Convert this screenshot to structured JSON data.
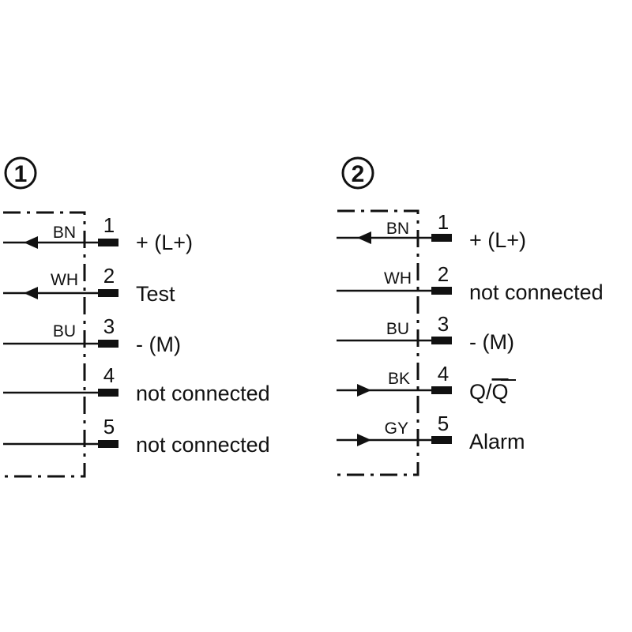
{
  "colors": {
    "line": "#111111",
    "background": "#ffffff"
  },
  "diagrams": [
    {
      "badge": "1",
      "pins": [
        {
          "number": "1",
          "wire_color": "BN",
          "function": "+ (L+)",
          "arrow": "in"
        },
        {
          "number": "2",
          "wire_color": "WH",
          "function": "Test",
          "arrow": "in"
        },
        {
          "number": "3",
          "wire_color": "BU",
          "function": "- (M)",
          "arrow": "none"
        },
        {
          "number": "4",
          "wire_color": "",
          "function": "not connected",
          "arrow": "none"
        },
        {
          "number": "5",
          "wire_color": "",
          "function": "not connected",
          "arrow": "none"
        }
      ]
    },
    {
      "badge": "2",
      "pins": [
        {
          "number": "1",
          "wire_color": "BN",
          "function": "+ (L+)",
          "arrow": "in"
        },
        {
          "number": "2",
          "wire_color": "WH",
          "function": "not connected",
          "arrow": "none"
        },
        {
          "number": "3",
          "wire_color": "BU",
          "function": "- (M)",
          "arrow": "none"
        },
        {
          "number": "4",
          "wire_color": "BK",
          "function": "Q/",
          "function_overline": "Q",
          "arrow": "out"
        },
        {
          "number": "5",
          "wire_color": "GY",
          "function": "Alarm",
          "arrow": "out"
        }
      ]
    }
  ]
}
